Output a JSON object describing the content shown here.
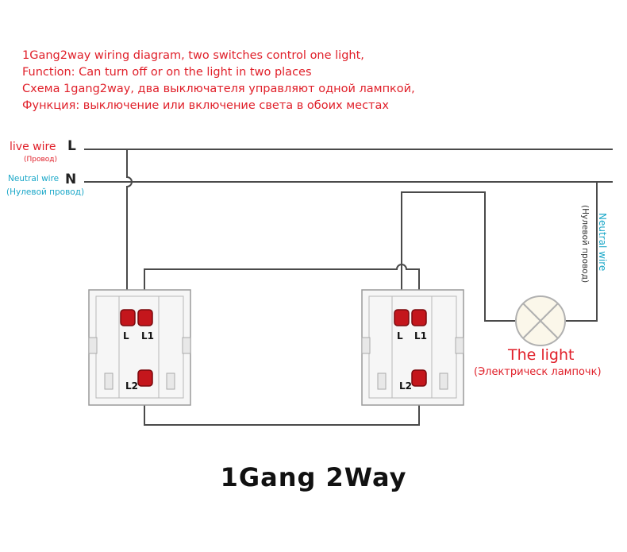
{
  "header": {
    "line1": "1Gang2way wiring diagram, two switches control one light,",
    "line2": "Function: Can turn off or on the light in two places",
    "line3": "Схема 1gang2way, два выключателя управляют одной лампкой,",
    "line4": "Функция: выключение или включение света в обоих местах"
  },
  "live": {
    "label": "live wire",
    "sub": "(Провод)",
    "letter": "L"
  },
  "neutral": {
    "label": "Neutral wire",
    "sub": "(Нулевой провод)",
    "letter": "N"
  },
  "vertical": {
    "en": "Neutral wire",
    "ru": "(Нулевой провод)"
  },
  "light": {
    "title": "The light",
    "sub": "(Электрическ лампочк)"
  },
  "switch_left": {
    "t1": "L",
    "t2": "L1",
    "t3": "L2"
  },
  "switch_right": {
    "t1": "L",
    "t2": "L1",
    "t3": "L2"
  },
  "footer": "1Gang 2Way",
  "colors": {
    "red_text": "#e0202a",
    "cyan_text": "#1aa7c8",
    "wire": "#4a4a4a",
    "terminal": "#c4161c"
  }
}
